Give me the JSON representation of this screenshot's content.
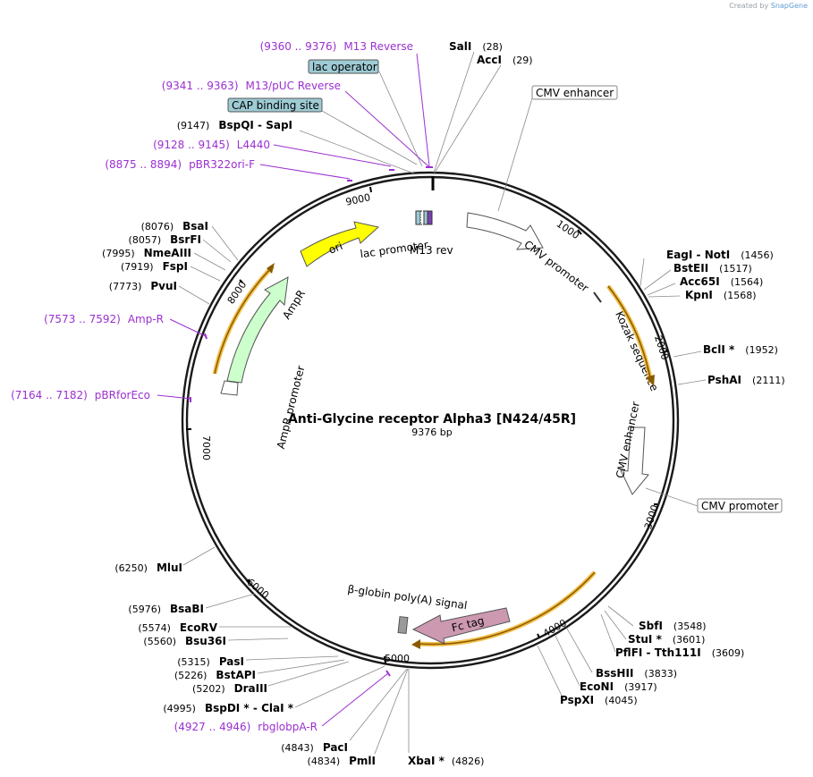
{
  "credit": {
    "prefix": "Created by",
    "brand": "SnapGene"
  },
  "plasmid": {
    "name": "Anti-Glycine receptor Alpha3 [N424/45R]",
    "size": "9376 bp"
  },
  "ticks": [
    "1000",
    "2000",
    "3000",
    "4000",
    "5000",
    "6000",
    "7000",
    "8000",
    "9000"
  ],
  "feature_labels": {
    "lac_promoter": "lac promoter",
    "m13_rev": "M13 rev",
    "cmv_promoter_1": "CMV promoter",
    "kozak": "Kozak sequence",
    "cmv_enhancer_2": "CMV enhancer",
    "globin": "β-globin poly(A) signal",
    "fc_tag": "Fc tag",
    "ori": "ori",
    "ampr": "AmpR",
    "ampr_promoter": "AmpR promoter"
  },
  "boxed_labels": {
    "cmv_enhancer_1": "CMV enhancer",
    "cmv_promoter_2": "CMV promoter",
    "lac_operator": "lac operator",
    "cap_site": "CAP binding site"
  },
  "enzymes": {
    "sali": {
      "name": "SalI",
      "pos": "(28)"
    },
    "acci": {
      "name": "AccI",
      "pos": "(29)"
    },
    "bspqi_sapi": {
      "pos": "(9147)",
      "name": "BspQI",
      "sep": " - ",
      "name2": "SapI"
    },
    "eagi_noti": {
      "name": "EagI",
      "sep": " - ",
      "name2": "NotI",
      "pos": "(1456)"
    },
    "bsteii": {
      "name": "BstEII",
      "pos": "(1517)"
    },
    "acc65i": {
      "name": "Acc65I",
      "pos": "(1564)"
    },
    "kpni": {
      "name": "KpnI",
      "pos": "(1568)"
    },
    "bcli": {
      "name": "BclI *",
      "pos": "(1952)"
    },
    "pshai": {
      "name": "PshAI",
      "pos": "(2111)"
    },
    "sbfi": {
      "name": "SbfI",
      "pos": "(3548)"
    },
    "stui": {
      "name": "StuI *",
      "pos": "(3601)"
    },
    "pflfi": {
      "name": "PflFI",
      "sep": " - ",
      "name2": "Tth111I",
      "pos": "(3609)"
    },
    "bsshii": {
      "name": "BssHII",
      "pos": "(3833)"
    },
    "econi": {
      "name": "EcoNI",
      "pos": "(3917)"
    },
    "pspxi": {
      "name": "PspXI",
      "pos": "(4045)"
    },
    "xbai": {
      "name": "XbaI *",
      "pos": "(4826)"
    },
    "pmli": {
      "pos": "(4834)",
      "name": "PmlI"
    },
    "paci": {
      "pos": "(4843)",
      "name": "PacI"
    },
    "bspdi_clai": {
      "pos": "(4995)",
      "name": "BspDI *",
      "sep": " - ",
      "name2": "ClaI *"
    },
    "draiii": {
      "pos": "(5202)",
      "name": "DraIII"
    },
    "bstapi": {
      "pos": "(5226)",
      "name": "BstAPI"
    },
    "pasi": {
      "pos": "(5315)",
      "name": "PasI"
    },
    "bsu36i": {
      "pos": "(5560)",
      "name": "Bsu36I"
    },
    "ecorv": {
      "pos": "(5574)",
      "name": "EcoRV"
    },
    "bsabi": {
      "pos": "(5976)",
      "name": "BsaBI"
    },
    "mlui": {
      "pos": "(6250)",
      "name": "MluI"
    },
    "pvui": {
      "pos": "(7773)",
      "name": "PvuI"
    },
    "fspi": {
      "pos": "(7919)",
      "name": "FspI"
    },
    "nmeaiii": {
      "pos": "(7995)",
      "name": "NmeAIII"
    },
    "bsrfi": {
      "pos": "(8057)",
      "name": "BsrFI"
    },
    "bsai": {
      "pos": "(8076)",
      "name": "BsaI"
    }
  },
  "primers": {
    "m13_reverse": {
      "pos": "(9360 .. 9376)",
      "name": "M13 Reverse"
    },
    "m13_puc_reverse": {
      "pos": "(9341 .. 9363)",
      "name": "M13/pUC Reverse"
    },
    "l4440": {
      "pos": "(9128 .. 9145)",
      "name": "L4440"
    },
    "pbr322ori_f": {
      "pos": "(8875 .. 8894)",
      "name": "pBR322ori-F"
    },
    "amp_r": {
      "pos": "(7573 .. 7592)",
      "name": "Amp-R"
    },
    "pbrforeco": {
      "pos": "(7164 .. 7182)",
      "name": "pBRforEco"
    },
    "rbglobpa_r": {
      "pos": "(4927 .. 4946)",
      "name": "rbglobpA-R"
    }
  },
  "colors": {
    "backbone": "#1a1a1a",
    "primer": "#9b30d0",
    "cds_highlight": "#f0b429",
    "ori": "#ffff00",
    "ampr": "#ccffcc",
    "fc_tag": "#cc99b1",
    "feature_box": "#9ecbd4"
  }
}
